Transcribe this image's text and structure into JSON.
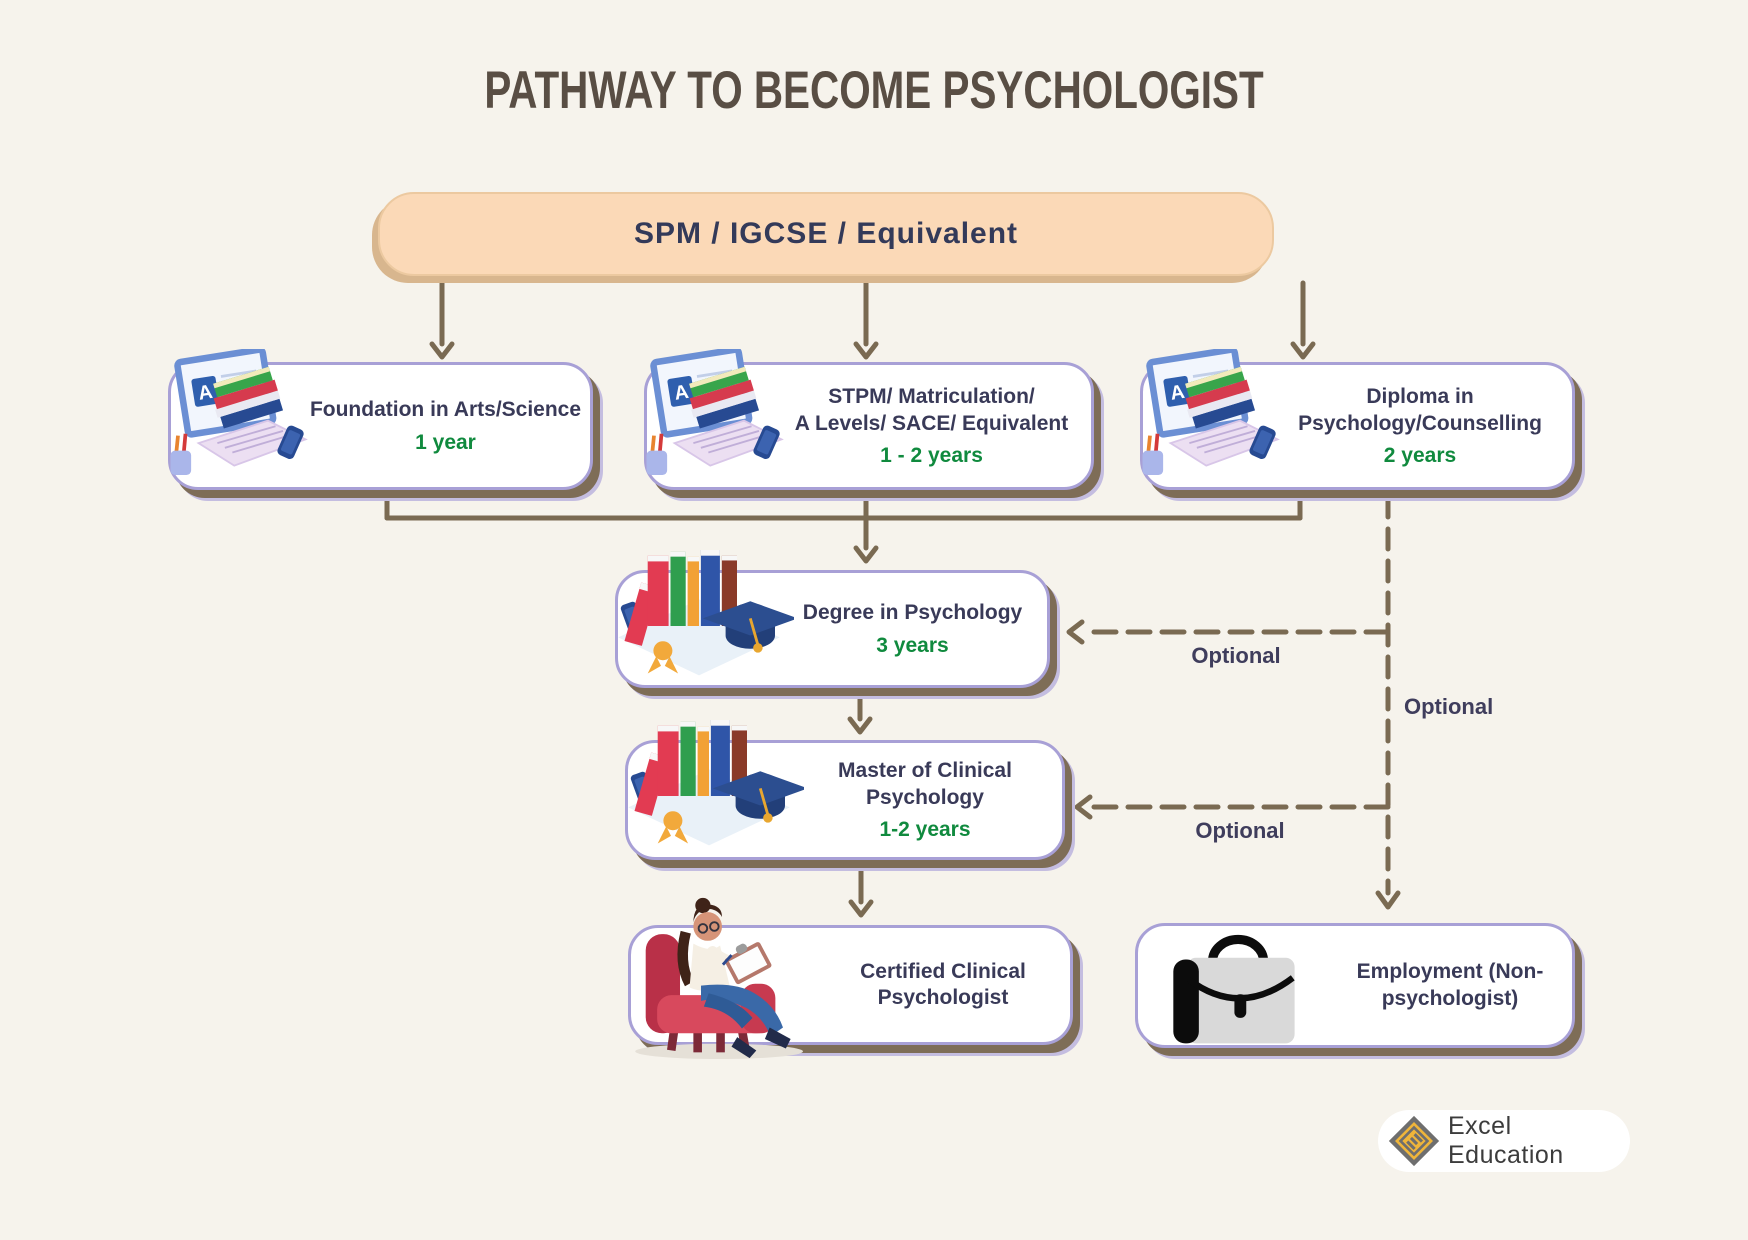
{
  "title": "PATHWAY TO BECOME PSYCHOLOGIST",
  "flow": {
    "spm": {
      "label": "SPM / IGCSE / Equivalent"
    },
    "foundation": {
      "line1": "Foundation in Arts/Science",
      "duration": "1 year"
    },
    "stpm": {
      "line1": "STPM/ Matriculation/",
      "line2": "A Levels/ SACE/ Equivalent",
      "duration": "1 - 2 years"
    },
    "diploma": {
      "line1": "Diploma in",
      "line2": "Psychology/Counselling",
      "duration": "2 years"
    },
    "degree": {
      "line1": "Degree in Psychology",
      "duration": "3 years"
    },
    "master": {
      "line1": "Master of Clinical",
      "line2": "Psychology",
      "duration": "1-2 years"
    },
    "certified": {
      "line1": "Certified Clinical",
      "line2": "Psychologist"
    },
    "employment": {
      "line1": "Employment (Non-",
      "line2": "psychologist)"
    }
  },
  "optional_labels": {
    "diploma_to_degree": "Optional",
    "diplomama_down": "Optional",
    "diploma_to_master": "Optional"
  },
  "illustrations": {
    "monitor_letter": "A"
  },
  "logo": {
    "name": "Excel Education"
  },
  "colors": {
    "background": "#f6f3ec",
    "title_text": "#594e44",
    "spm_fill": "#fbd9b7",
    "spm_shadow": "#d8b68e",
    "box_border": "#a8a0d6",
    "box_shadow_brown": "#7e6d57",
    "box_shadow_lavender": "#c4bde0",
    "connector_line": "#7a6a52",
    "node_text": "#393a58",
    "duration_text": "#108a3e",
    "logo_gold": "#efb53a"
  }
}
